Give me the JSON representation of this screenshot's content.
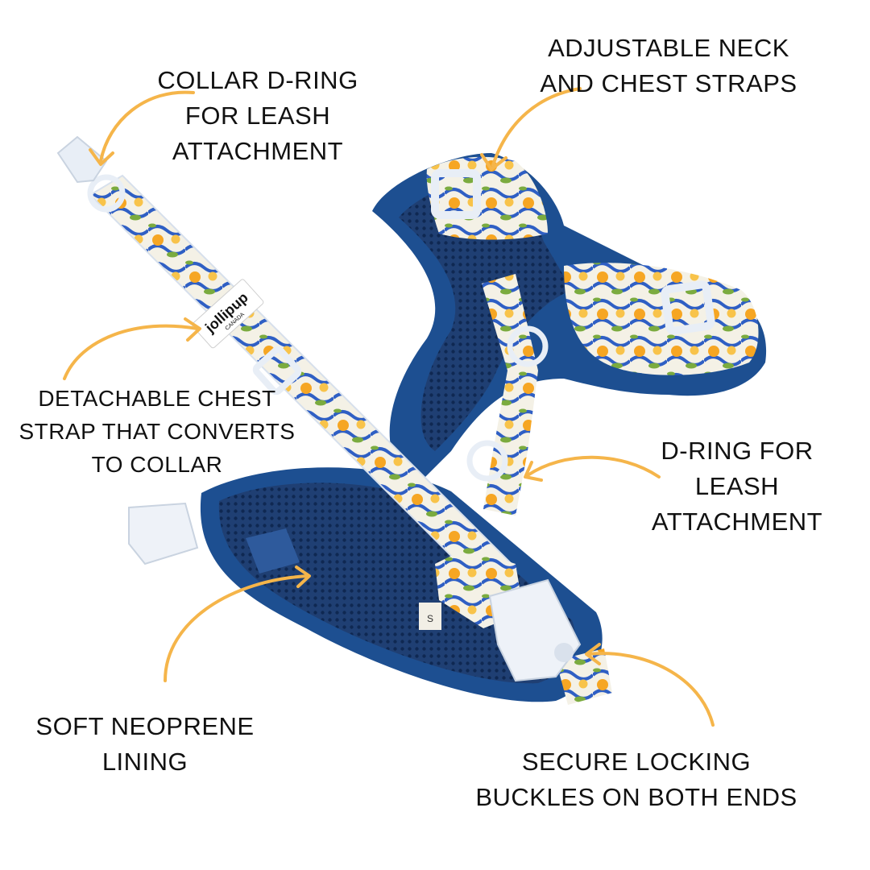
{
  "callouts": {
    "collar_dring": [
      "COLLAR D-RING",
      "FOR LEASH",
      "ATTACHMENT"
    ],
    "adjustable_straps": [
      "ADJUSTABLE NECK",
      "AND CHEST STRAPS"
    ],
    "detachable_strap": [
      "DETACHABLE CHEST",
      "STRAP THAT CONVERTS",
      "TO COLLAR"
    ],
    "dring_leash": [
      "D-RING FOR",
      "LEASH",
      "ATTACHMENT"
    ],
    "lining": [
      "SOFT NEOPRENE",
      "LINING"
    ],
    "buckles": [
      "SECURE LOCKING",
      "BUCKLES ON BOTH ENDS"
    ]
  },
  "product": {
    "brand_label": "jollipup",
    "brand_sublabel": "CANADA",
    "size_tag": "S"
  },
  "colors": {
    "arrow": "#f5b54a",
    "harness_navy": "#1d4f91",
    "mesh": "#1f3f73",
    "print_blue": "#2f5fc4",
    "print_cream": "#f4f1e6",
    "lemon": "#f6a623",
    "leaf": "#7bab3f",
    "hardware": "#e8eef6"
  }
}
